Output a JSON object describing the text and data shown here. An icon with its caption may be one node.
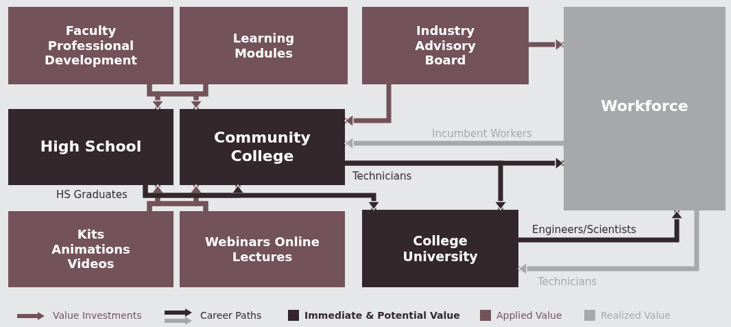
{
  "diagram": {
    "nodes": [
      {
        "text": [
          "Faculty Professional Development"
        ]
      },
      {
        "text": [
          "Learning Modules"
        ]
      },
      {
        "text": [
          "Industry Advisory Board"
        ]
      },
      {
        "text": [
          "Workforce"
        ]
      },
      {
        "text": [
          "High School"
        ]
      },
      {
        "text": [
          "Community College"
        ]
      },
      {
        "text": [
          "Kits Animations Videos"
        ]
      },
      {
        "text": [
          "Webinars Online Lectures"
        ]
      },
      {
        "text": [
          "College University"
        ]
      }
    ],
    "edges": [
      {
        "from": 0,
        "to": 4,
        "arrow": "to"
      },
      {
        "from": 0,
        "to": 5,
        "arrow": "to"
      },
      {
        "from": 1,
        "to": 4,
        "arrow": "to"
      },
      {
        "from": 1,
        "to": 5,
        "arrow": "to"
      },
      {
        "from": 6,
        "to": 4,
        "arrow": "to"
      },
      {
        "from": 6,
        "to": 5,
        "arrow": "to"
      },
      {
        "from": 7,
        "to": 4,
        "arrow": "to"
      },
      {
        "from": 7,
        "to": 5,
        "arrow": "to"
      },
      {
        "from": 2,
        "to": 5,
        "arrow": "to"
      },
      {
        "from": 2,
        "to": 3,
        "arrow": "to"
      },
      {
        "from": 3,
        "to": 5,
        "arrow": "to",
        "label": "Incumbent Workers",
        "color": "#a7a8ab"
      },
      {
        "from": 5,
        "to": 3,
        "arrow": "to",
        "label": "Technicians",
        "color": "#33272b"
      },
      {
        "from": 5,
        "to": 8,
        "arrow": "to",
        "color": "#33272b"
      },
      {
        "from": 4,
        "to": 5,
        "arrow": "to",
        "label": "HS Graduates",
        "color": "#33272b"
      },
      {
        "from": 4,
        "to": 8,
        "arrow": "to",
        "color": "#33272b"
      },
      {
        "from": 8,
        "to": 3,
        "arrow": "to",
        "label": "Engineers/Scientists",
        "color": "#33272b"
      },
      {
        "from": 3,
        "to": 8,
        "arrow": "to",
        "label": "Technicians",
        "color": "#a7a8ab"
      }
    ],
    "legend": [
      {
        "text": "Value Investments"
      },
      {
        "text": "Career Paths"
      },
      {
        "text": "Immediate & Potential Value",
        "color": "#33272b"
      },
      {
        "text": "Applied Value",
        "color": "#73525a"
      },
      {
        "text": "Realized Value",
        "color": "#a7a8ab"
      }
    ]
  }
}
